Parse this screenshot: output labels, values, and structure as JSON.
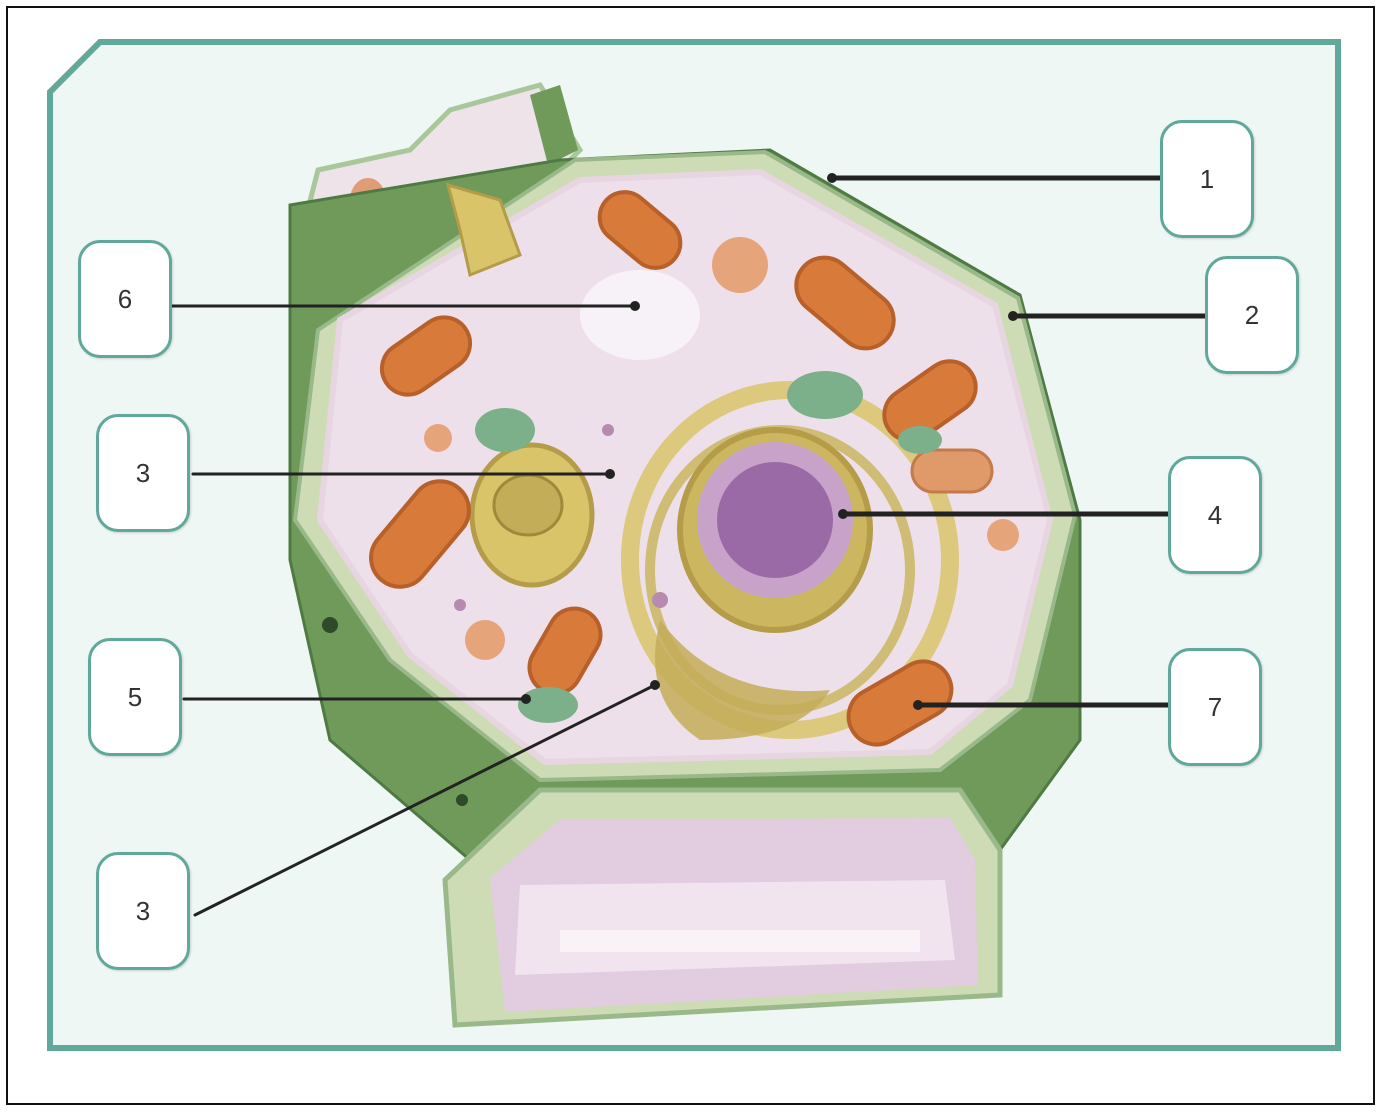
{
  "diagram": {
    "labels": [
      {
        "id": "label-1",
        "text": "1"
      },
      {
        "id": "label-2",
        "text": "2"
      },
      {
        "id": "label-3a",
        "text": "3"
      },
      {
        "id": "label-4",
        "text": "4"
      },
      {
        "id": "label-5",
        "text": "5"
      },
      {
        "id": "label-6",
        "text": "6"
      },
      {
        "id": "label-7",
        "text": "7"
      },
      {
        "id": "label-3b",
        "text": "3"
      }
    ],
    "colors": {
      "frame_border": "#5fa89a",
      "frame_fill": "#eef7f3",
      "cell_wall": "#6f9a5a",
      "cytoplasm": "#ede0ea",
      "nucleus": "#9a6aa6",
      "mitochondria": "#d77a3a",
      "golgi": "#d9c46a",
      "vacuole": "#d6bcd6",
      "chloroplast": "#7bb08a",
      "pointer_line": "#222222"
    }
  }
}
